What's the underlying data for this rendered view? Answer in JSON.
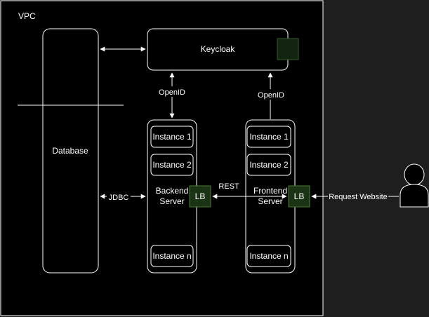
{
  "vpc": {
    "label": "VPC"
  },
  "database": {
    "label": "Database"
  },
  "keycloak": {
    "label": "Keycloak"
  },
  "backend": {
    "label_line1": "Backend",
    "label_line2": "Server",
    "instances": [
      "Instance 1",
      "Instance 2",
      "Instance n"
    ],
    "lb_label": "LB"
  },
  "frontend": {
    "label_line1": "Frontend",
    "label_line2": "Server",
    "instances": [
      "Instance 1",
      "Instance 2",
      "Instance n"
    ],
    "lb_label": "LB"
  },
  "connections": {
    "jdbc": "JDBC",
    "rest": "REST",
    "openid_backend": "OpenID",
    "openid_frontend": "OpenID",
    "request_website": "Request Website"
  },
  "colors": {
    "background": "#1e1e1e",
    "node_fill": "#000000",
    "stroke": "#ffffff",
    "lb_fill": "#1a3314",
    "lb_stroke": "#4a7a3a",
    "keycloak_badge_fill": "#122510",
    "keycloak_badge_stroke": "#385a30"
  },
  "icons": {
    "user": "user-icon"
  }
}
